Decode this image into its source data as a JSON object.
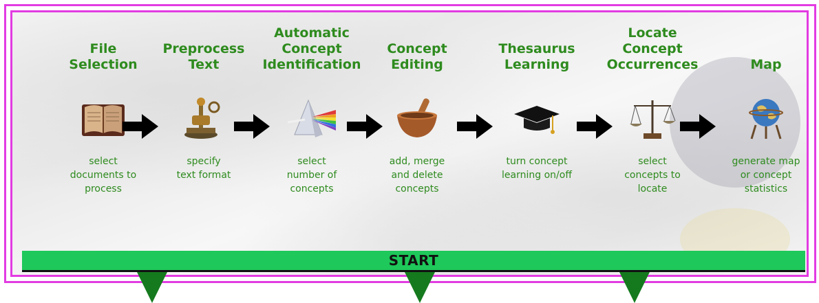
{
  "steps": [
    {
      "title": "File\nSelection",
      "desc": "select\ndocuments to\nprocess",
      "icon": "book-icon"
    },
    {
      "title": "Preprocess\nText",
      "desc": "specify\ntext format",
      "icon": "press-icon"
    },
    {
      "title": "Automatic\nConcept\nIdentification",
      "desc": "select\nnumber of\nconcepts",
      "icon": "prism-icon"
    },
    {
      "title": "Concept\nEditing",
      "desc": "add, merge\nand delete\nconcepts",
      "icon": "mortar-pestle-icon"
    },
    {
      "title": "Thesaurus\nLearning",
      "desc": "turn concept\nlearning on/off",
      "icon": "graduation-cap-icon"
    },
    {
      "title": "Locate\nConcept\nOccurrences",
      "desc": "select\nconcepts to\nlocate",
      "icon": "scales-icon"
    },
    {
      "title": "Map",
      "desc": "generate map\nor concept\nstatistics",
      "icon": "globe-icon"
    }
  ],
  "start_label": "START",
  "colors": {
    "frame": "#e23be2",
    "text": "#2e8b1e",
    "start_bar": "#1ec85a",
    "marker": "#157a1e"
  }
}
